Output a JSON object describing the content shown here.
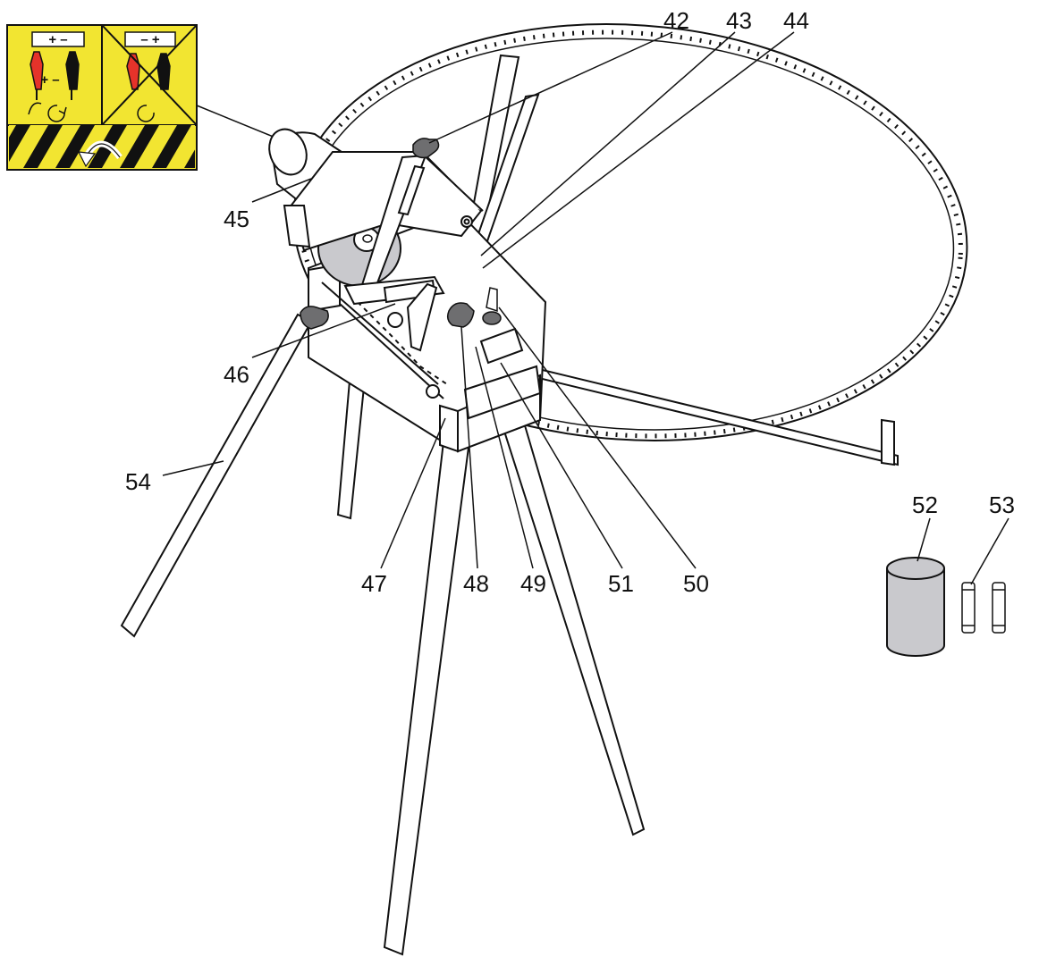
{
  "colors": {
    "line": "#111111",
    "sign_yellow": "#f2e531",
    "sign_red": "#e5332a",
    "wheel_grey": "#c9c9cd",
    "knob_grey": "#6e6e70",
    "paper": "#ffffff"
  },
  "warning_sign": {
    "left_panel": {
      "battery_label": "+ –",
      "clamp_marks": "+ –"
    },
    "right_panel": {
      "battery_label": "– +"
    }
  },
  "callouts": [
    {
      "id": "42",
      "text": "42"
    },
    {
      "id": "43",
      "text": "43"
    },
    {
      "id": "44",
      "text": "44"
    },
    {
      "id": "45",
      "text": "45"
    },
    {
      "id": "46",
      "text": "46"
    },
    {
      "id": "47",
      "text": "47"
    },
    {
      "id": "48",
      "text": "48"
    },
    {
      "id": "49",
      "text": "49"
    },
    {
      "id": "50",
      "text": "50"
    },
    {
      "id": "51",
      "text": "51"
    },
    {
      "id": "52",
      "text": "52"
    },
    {
      "id": "53",
      "text": "53"
    },
    {
      "id": "54",
      "text": "54"
    }
  ],
  "icons": [
    "battery-warning-sign-icon",
    "red-clamp-icon",
    "black-clamp-icon",
    "rotation-arrow-icon",
    "hazard-stripes-icon"
  ]
}
